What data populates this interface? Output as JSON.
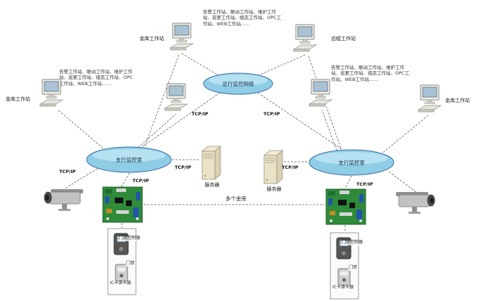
{
  "annotations": {
    "top": "告警工作站、联动工作站、维护工作站、巡更工作站、组态工作站、OPC工作站、WEB工作站……",
    "left": "告警工作站、联动工作站、维护工作站、巡更工作站、组态工作站、OPC工作站、WEB工作站……",
    "right": "告警工作站、联动工作站、维护工作站、巡更工作站、组态工作站、OPC工作站、WEB工作站……"
  },
  "networks": {
    "head_office_label": "总行监控网络",
    "branch_left_label": "支行监控室",
    "branch_right_label": "支行监控室"
  },
  "workstations": {
    "top_left_label": "金库工作站",
    "top_right_label": "远程工作站",
    "far_left_label": "金库工作站",
    "far_right_label": "金库工作站"
  },
  "servers": {
    "left_label": "服务器",
    "right_label": "服务器"
  },
  "links": {
    "tcp_ip": "TCP/IP",
    "multiple_vaults": "多个金库"
  },
  "access_devices": {
    "left": {
      "controller_label": "门禁控制器",
      "door_label": "门禁",
      "reader_label": "IC卡读卡器"
    },
    "right": {
      "controller_label": "门禁控制器",
      "door_label": "门禁",
      "reader_label": "IC卡读卡器"
    }
  },
  "colors": {
    "ellipse_fill": "#8fcde6",
    "ellipse_highlight": "#bce4f2",
    "ellipse_border": "#3a6ea5",
    "line": "#5a5a5a",
    "board_green": "#2e8b3a"
  }
}
